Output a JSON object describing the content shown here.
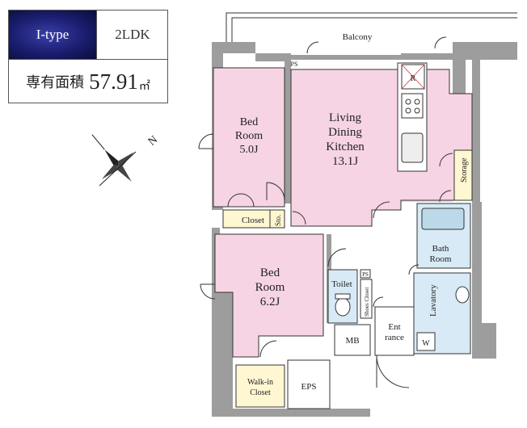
{
  "unit_info": {
    "type": "I-type",
    "layout": "2LDK",
    "area_label": "専有面積",
    "area_value": "57.91",
    "area_unit": "㎡"
  },
  "compass": {
    "north_label": "N"
  },
  "rooms": {
    "balcony": "Balcony",
    "ps_top": "PS",
    "bedroom1": [
      "Bed",
      "Room",
      "5.0J"
    ],
    "ldk": [
      "Living",
      "Dining",
      "Kitchen",
      "13.1J"
    ],
    "refrigerator": "R",
    "storage": "Storage",
    "closet": "Closet",
    "sto": "Sto.",
    "bedroom2": [
      "Bed",
      "Room",
      "6.2J"
    ],
    "ps_mid": "PS",
    "toilet": "Toilet",
    "shoes_closet": "Shoes Closet",
    "bathroom": [
      "Bath",
      "Room"
    ],
    "lavatory": "Lavatory",
    "washer": "W",
    "entrance": [
      "Ent",
      "rance"
    ],
    "mb": "MB",
    "walkin": [
      "Walk-in",
      "Closet"
    ],
    "eps": "EPS"
  }
}
